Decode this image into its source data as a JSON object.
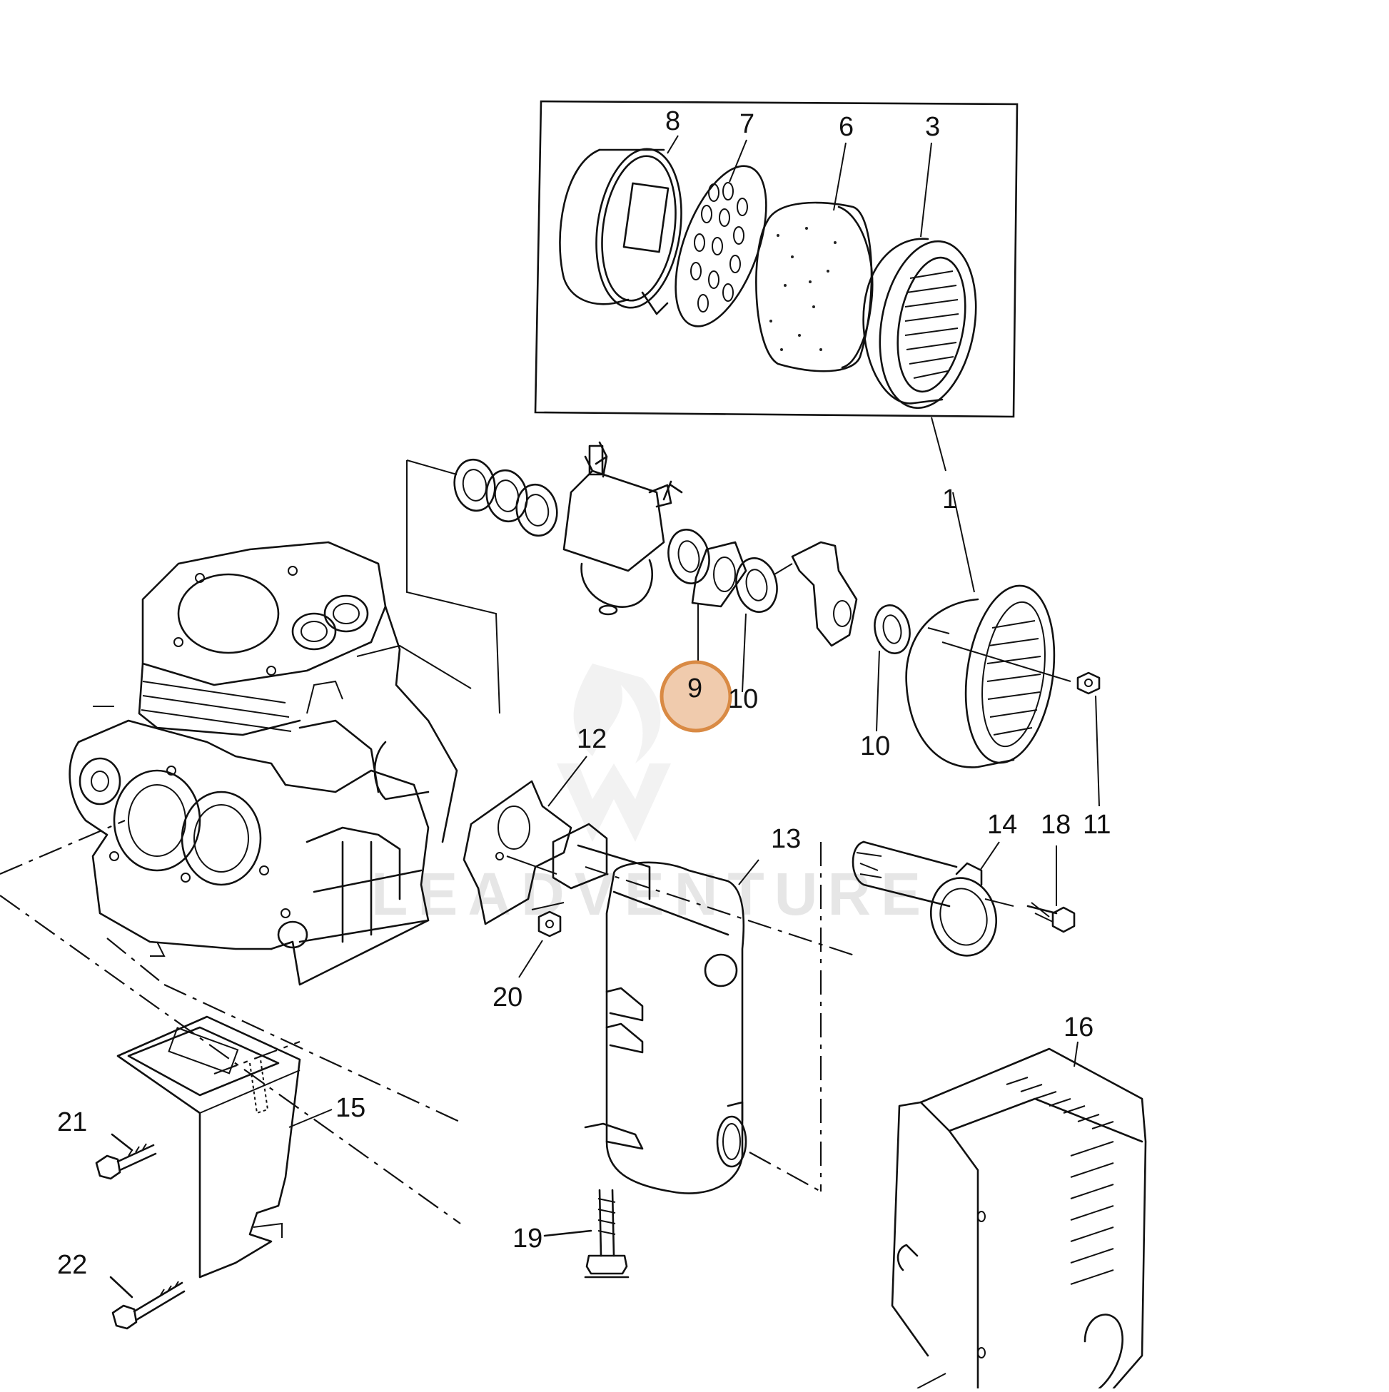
{
  "diagram": {
    "callouts": [
      {
        "id": "8",
        "text": "8"
      },
      {
        "id": "7",
        "text": "7"
      },
      {
        "id": "6",
        "text": "6"
      },
      {
        "id": "3",
        "text": "3"
      },
      {
        "id": "1",
        "text": "1"
      },
      {
        "id": "9",
        "text": "9",
        "highlighted": true
      },
      {
        "id": "10a",
        "text": "10"
      },
      {
        "id": "10b",
        "text": "10"
      },
      {
        "id": "12",
        "text": "12"
      },
      {
        "id": "13",
        "text": "13"
      },
      {
        "id": "14",
        "text": "14"
      },
      {
        "id": "18",
        "text": "18"
      },
      {
        "id": "11",
        "text": "11"
      },
      {
        "id": "20",
        "text": "20"
      },
      {
        "id": "15",
        "text": "15"
      },
      {
        "id": "16",
        "text": "16"
      },
      {
        "id": "21",
        "text": "21"
      },
      {
        "id": "22",
        "text": "22"
      },
      {
        "id": "19",
        "text": "19"
      }
    ],
    "watermark": "LEADVENTURE",
    "highlight_color": "#e3a06a"
  }
}
